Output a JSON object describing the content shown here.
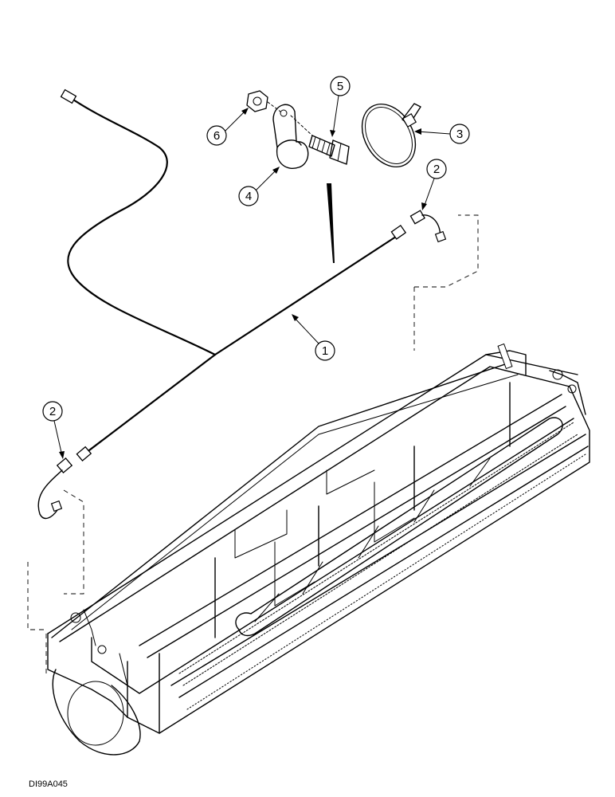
{
  "figure_code": "DI99A045",
  "callouts": [
    {
      "id": "1",
      "label": "1"
    },
    {
      "id": "2a",
      "label": "2"
    },
    {
      "id": "2b",
      "label": "2"
    },
    {
      "id": "3",
      "label": "3"
    },
    {
      "id": "4",
      "label": "4"
    },
    {
      "id": "5",
      "label": "5"
    },
    {
      "id": "6",
      "label": "6"
    }
  ]
}
